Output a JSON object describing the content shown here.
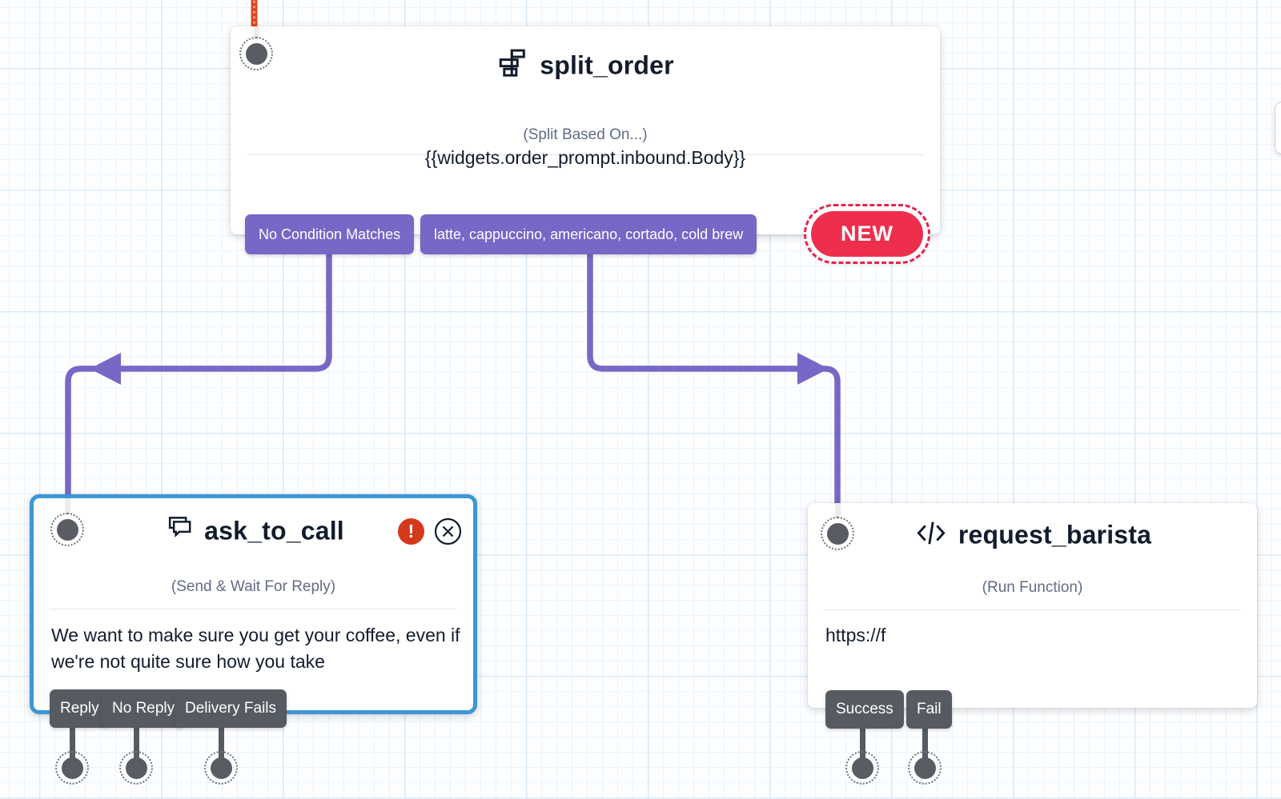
{
  "nodes": {
    "split_order": {
      "title": "split_order",
      "icon": "split-widget-icon",
      "type_label": "(Split Based On...)",
      "test_value": "{{widgets.order_prompt.inbound.Body}}",
      "transitions": {
        "no_match": "No Condition Matches",
        "match": "latte, cappuccino, americano, cortado, cold brew"
      },
      "badge": "NEW"
    },
    "ask_to_call": {
      "title": "ask_to_call",
      "icon": "chat-bubbles-icon",
      "type_label": "(Send & Wait For Reply)",
      "message": "We want to make sure you get your coffee, even if we're not quite sure how you take",
      "state": "selected, has-error",
      "transitions": {
        "reply": "Reply",
        "no_reply": "No Reply",
        "delivery_fails": "Delivery Fails"
      }
    },
    "request_barista": {
      "title": "request_barista",
      "icon": "code-icon",
      "type_label": "(Run Function)",
      "url": "https://f",
      "transitions": {
        "success": "Success",
        "fail": "Fail"
      }
    }
  },
  "colors": {
    "accent_purple": "#7767C6",
    "selected_blue": "#3D96D5",
    "error_red": "#D6381C",
    "badge_red": "#EE2E4D",
    "incoming_wire_red": "#DD4A20",
    "transition_gray": "#565B62",
    "ink": "#121C2D",
    "muted": "#606B85"
  }
}
